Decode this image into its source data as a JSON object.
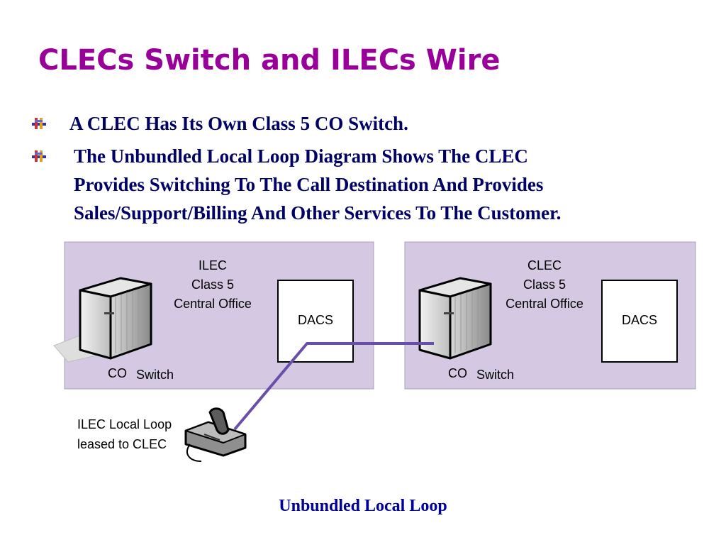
{
  "title": "CLECs Switch and ILECs Wire",
  "bullets": [
    {
      "lines": [
        "A CLEC Has Its Own Class 5 CO Switch."
      ]
    },
    {
      "lines": [
        "The Unbundled Local Loop Diagram Shows The CLEC",
        "Provides Switching To The Call Destination And Provides",
        "Sales/Support/Billing And Other Services To The Customer."
      ]
    }
  ],
  "diagram": {
    "ilec": {
      "office_lines": [
        "ILEC",
        "Class 5",
        "Central Office"
      ],
      "dacs": "DACS",
      "co": "CO",
      "switch": "Switch"
    },
    "clec": {
      "office_lines": [
        "CLEC",
        "Class 5",
        "Central Office"
      ],
      "dacs": "DACS",
      "co": "CO",
      "switch": "Switch"
    },
    "loop_label_lines": [
      "ILEC Local Loop",
      "leased to CLEC"
    ]
  },
  "caption": "Unbundled Local Loop",
  "colors": {
    "title": "#990099",
    "bullet_text": "#000066",
    "caption": "#000099",
    "panel_fill": "#d4c8e3",
    "loop_line": "#6a4fa8"
  }
}
